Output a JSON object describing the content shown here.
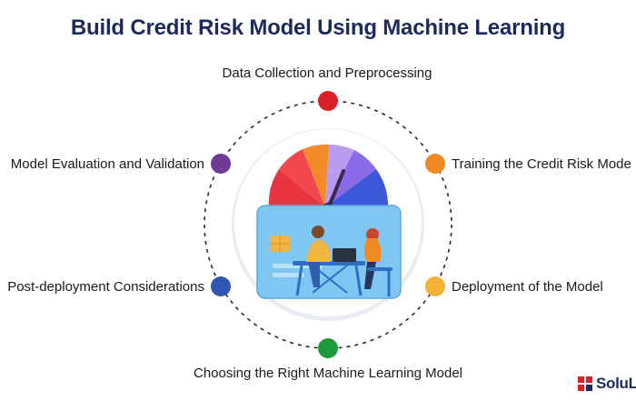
{
  "title": "Build Credit Risk Model Using Machine Learning",
  "steps": [
    {
      "label": "Data Collection and Preprocessing",
      "color": "#d92027"
    },
    {
      "label": "Training the Credit Risk Mode",
      "color": "#f08a24"
    },
    {
      "label": "Deployment of the Model",
      "color": "#f5b335"
    },
    {
      "label": "Choosing the Right Machine Learning Model",
      "color": "#1f9a3a"
    },
    {
      "label": "Post-deployment Considerations",
      "color": "#2f57b3"
    },
    {
      "label": "Model Evaluation and Validation",
      "color": "#6e3a95"
    }
  ],
  "brand": {
    "text": "SoluL",
    "icon": "solulab-logo-icon"
  }
}
